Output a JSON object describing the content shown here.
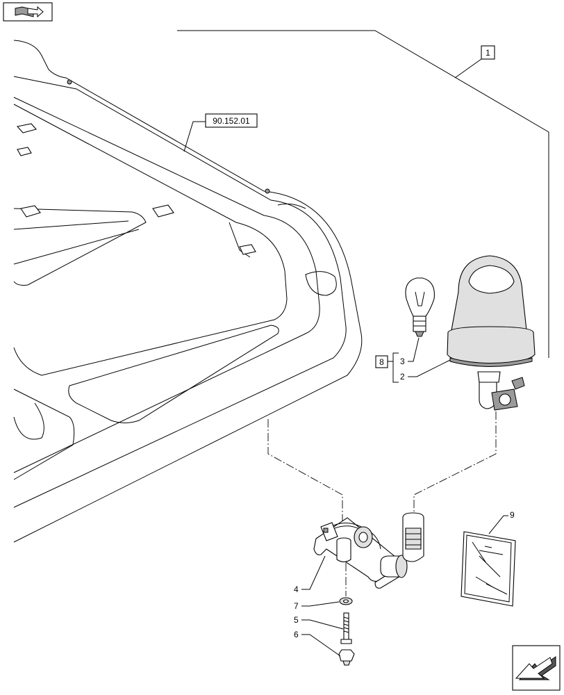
{
  "references": {
    "assembly_ref": "90.152.01",
    "box_1": "1",
    "box_8": "8"
  },
  "callouts": {
    "c2": "2",
    "c3": "3",
    "c4": "4",
    "c5": "5",
    "c6": "6",
    "c7": "7",
    "c9": "9"
  },
  "icons": {
    "top_left": "book-with-arrow-icon",
    "bottom_right": "next-page-arrow-icon"
  }
}
